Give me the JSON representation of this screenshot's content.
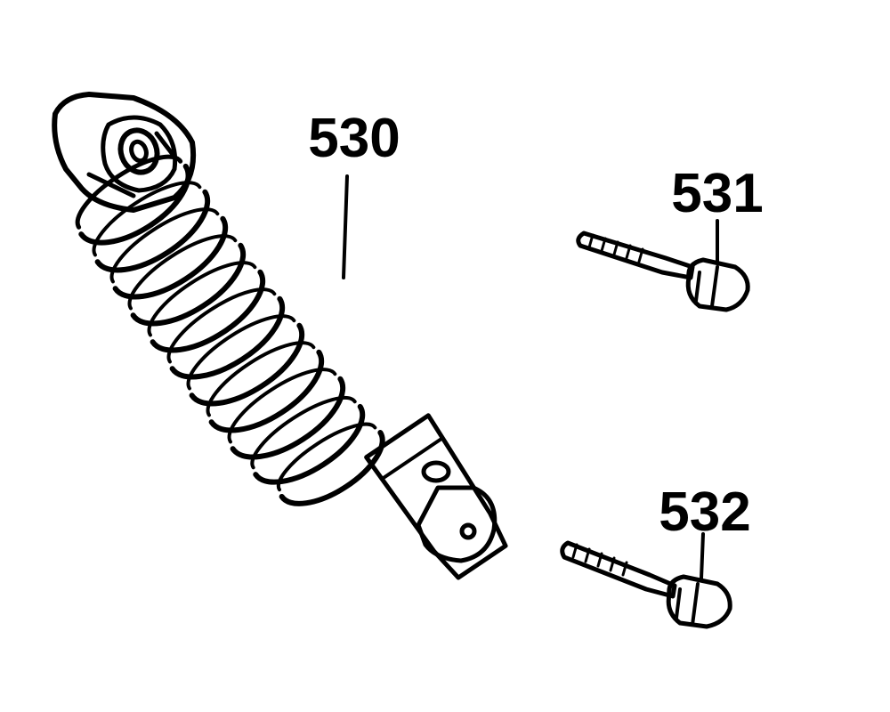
{
  "diagram": {
    "labels": {
      "shock": "530",
      "upper_bolt": "531",
      "lower_bolt": "532"
    }
  }
}
